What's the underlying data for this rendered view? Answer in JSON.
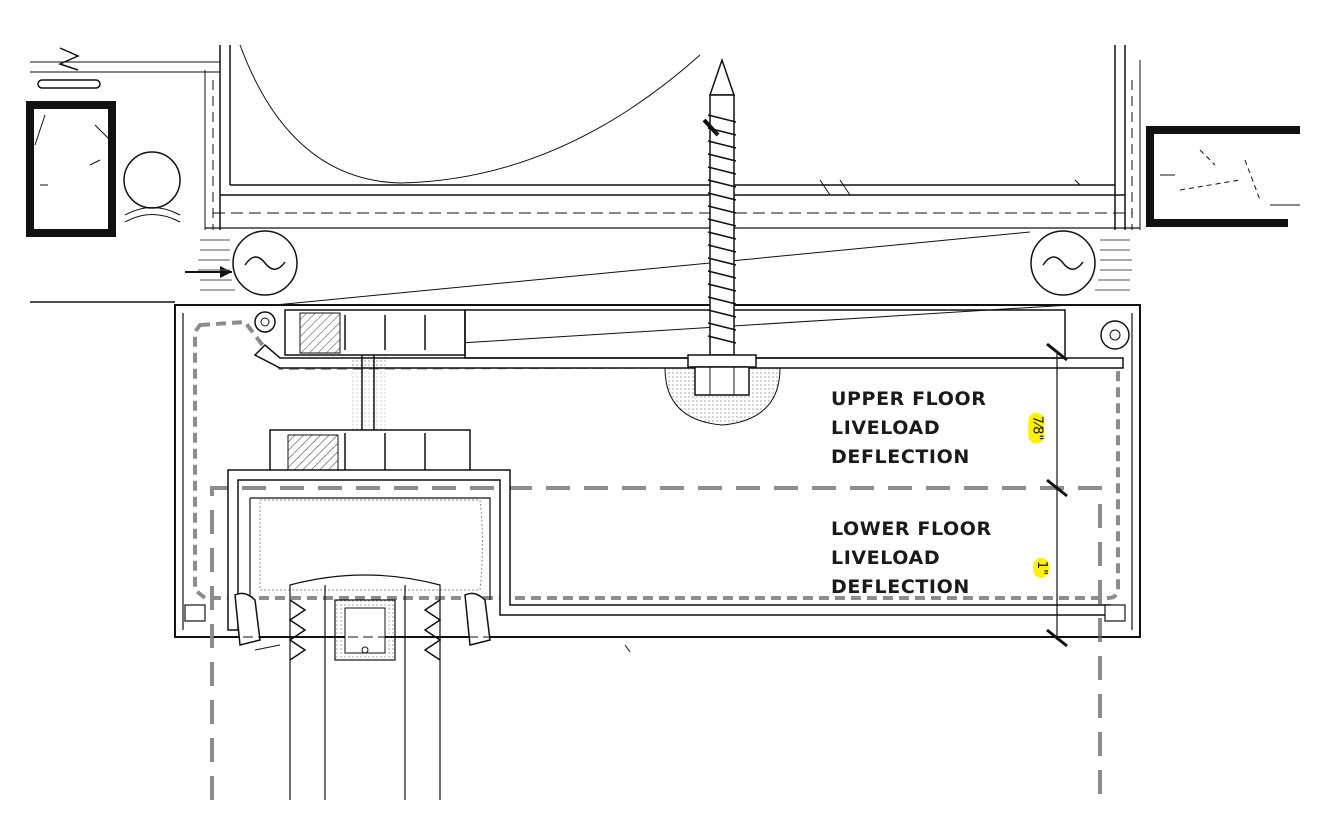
{
  "notes": {
    "upper": {
      "line1": "UPPER FLOOR",
      "line2": "LIVELOAD",
      "line3": "DEFLECTION"
    },
    "lower": {
      "line1": "LOWER FLOOR",
      "line2": "LIVELOAD",
      "line3": "DEFLECTION"
    }
  },
  "dimensions": {
    "upper": "7⁄8\"",
    "lower": "1\""
  },
  "colors": {
    "line": "#1a1a1a",
    "dashed_outline": "#8c8c8c",
    "highlight": "#fff200"
  }
}
